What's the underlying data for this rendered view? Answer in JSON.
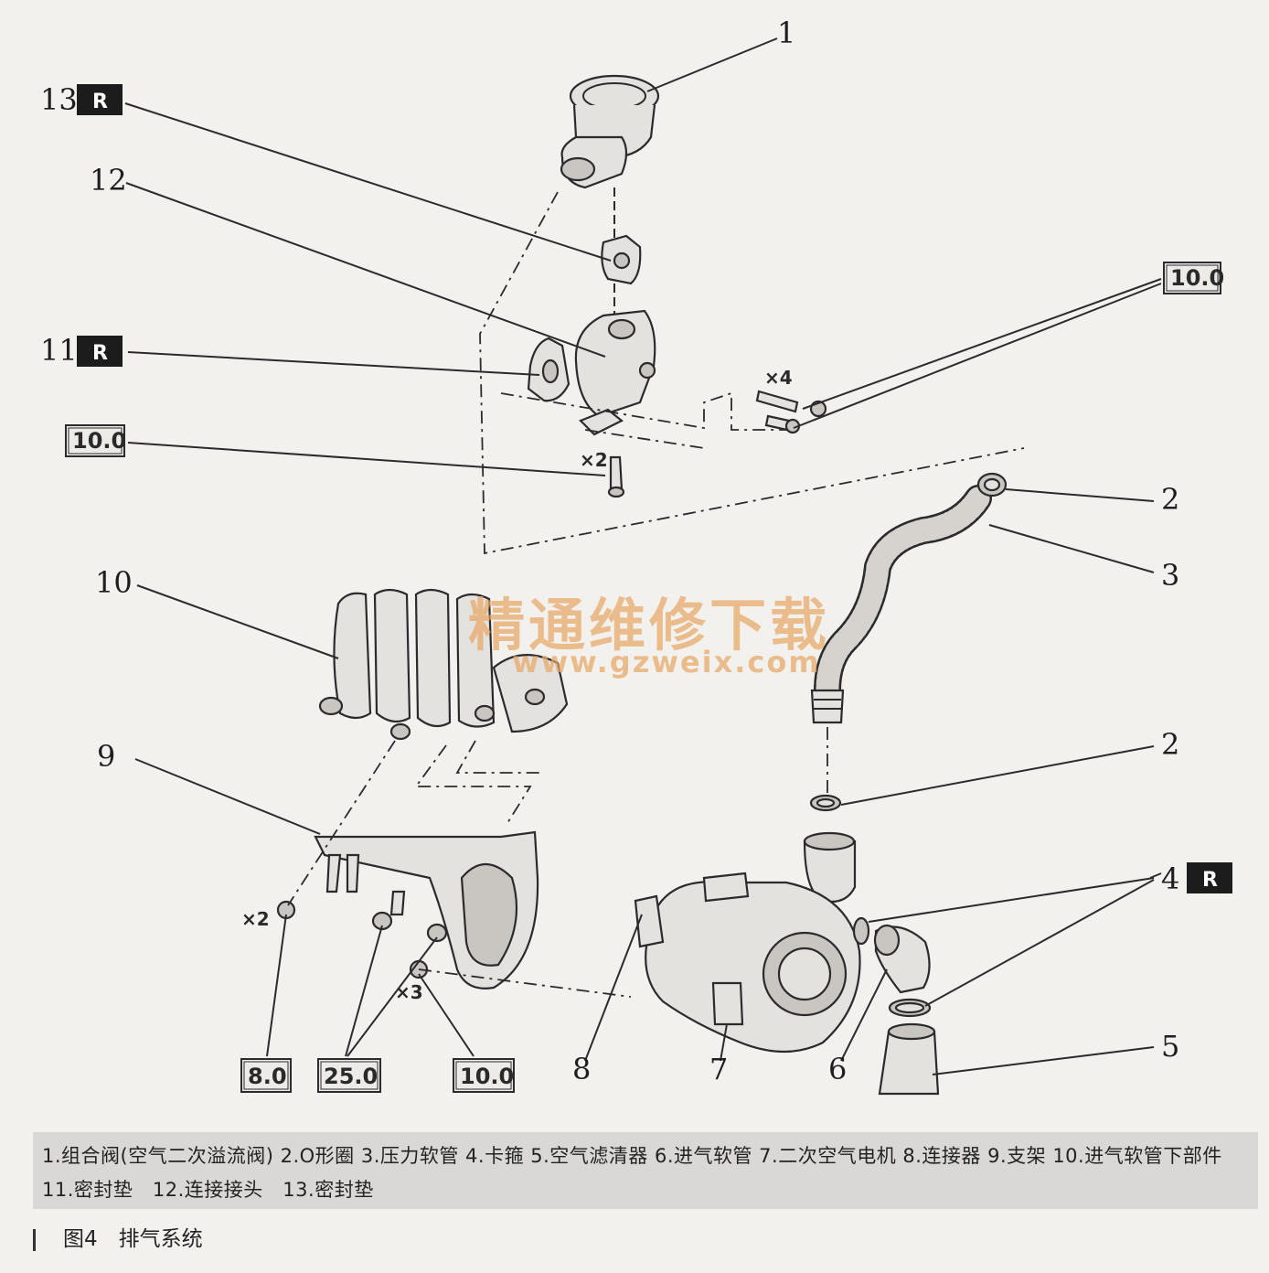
{
  "callouts": {
    "c1": "1",
    "c2a": "2",
    "c2b": "2",
    "c3": "3",
    "c4": "4",
    "c5": "5",
    "c6": "6",
    "c7": "7",
    "c8": "8",
    "c9": "9",
    "c10": "10",
    "c11": "11",
    "c12": "12",
    "c13": "13"
  },
  "replace_badge": "R",
  "torques": {
    "t_top_right": "10.0",
    "t_left": "10.0",
    "t_bottom_1": "8.0",
    "t_bottom_2": "25.0",
    "t_bottom_3": "10.0"
  },
  "quantities": {
    "q_top_right": "×4",
    "q_mid": "×2",
    "q_bottom_left": "×2",
    "q_bottom": "×3"
  },
  "watermark": {
    "line1": "精通维修下载",
    "line2": "www.gzweix.com"
  },
  "caption": "1.组合阀(空气二次溢流阀) 2.O形圈 3.压力软管 4.卡箍 5.空气滤清器 6.进气软管 7.二次空气电机 8.连接器 9.支架 10.进气软管下部件　11.密封垫　12.连接接头　13.密封垫",
  "figure_title": "图4　排气系统"
}
